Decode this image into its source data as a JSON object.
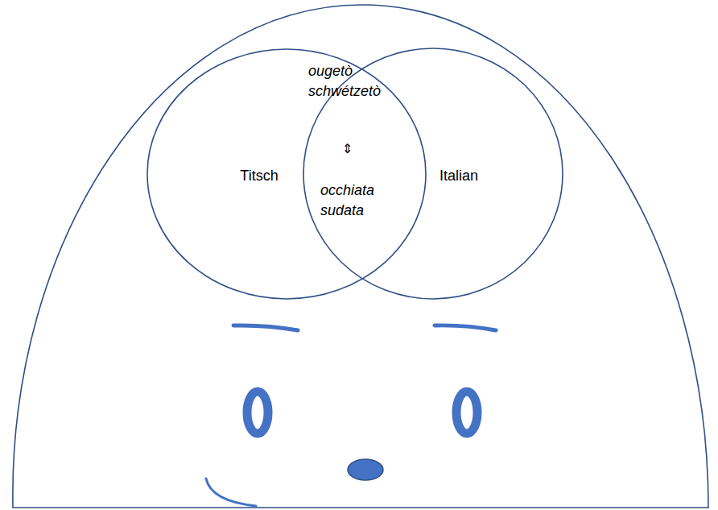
{
  "diagram": {
    "nodes": [
      {
        "text": [
          "Titsch"
        ]
      },
      {
        "text": [
          "Italian"
        ]
      }
    ],
    "labels": [
      "ougetò schwétzetò",
      "⇕",
      "occhiata sudata"
    ]
  }
}
